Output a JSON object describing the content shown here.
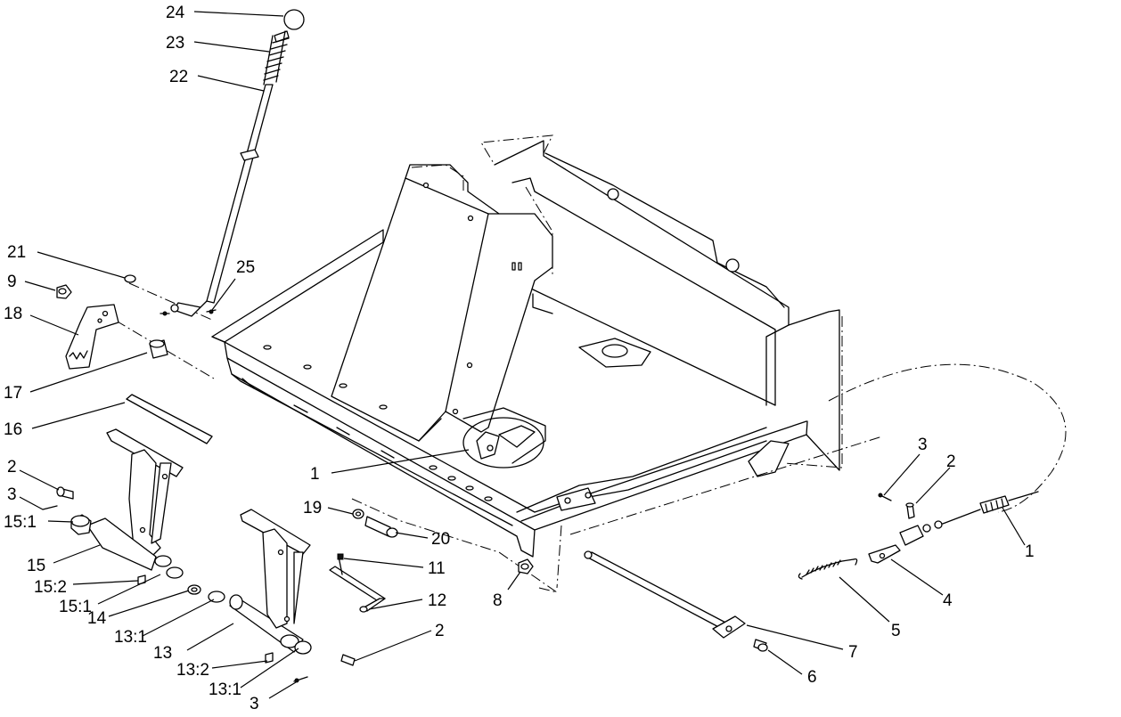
{
  "callouts": [
    {
      "id": "c24",
      "text": "24"
    },
    {
      "id": "c23",
      "text": "23"
    },
    {
      "id": "c22",
      "text": "22"
    },
    {
      "id": "c21",
      "text": "21"
    },
    {
      "id": "c9",
      "text": "9"
    },
    {
      "id": "c18",
      "text": "18"
    },
    {
      "id": "c25",
      "text": "25"
    },
    {
      "id": "c17",
      "text": "17"
    },
    {
      "id": "c16",
      "text": "16"
    },
    {
      "id": "c2a",
      "text": "2"
    },
    {
      "id": "c3a",
      "text": "3"
    },
    {
      "id": "c15_1a",
      "text": "15:1"
    },
    {
      "id": "c15",
      "text": "15"
    },
    {
      "id": "c15_2",
      "text": "15:2"
    },
    {
      "id": "c15_1b",
      "text": "15:1"
    },
    {
      "id": "c14",
      "text": "14"
    },
    {
      "id": "c13_1a",
      "text": "13:1"
    },
    {
      "id": "c13",
      "text": "13"
    },
    {
      "id": "c13_2",
      "text": "13:2"
    },
    {
      "id": "c13_1b",
      "text": "13:1"
    },
    {
      "id": "c3b",
      "text": "3"
    },
    {
      "id": "c1a",
      "text": "1"
    },
    {
      "id": "c19",
      "text": "19"
    },
    {
      "id": "c20",
      "text": "20"
    },
    {
      "id": "c11",
      "text": "11"
    },
    {
      "id": "c12",
      "text": "12"
    },
    {
      "id": "c2b",
      "text": "2"
    },
    {
      "id": "c8",
      "text": "8"
    },
    {
      "id": "c7",
      "text": "7"
    },
    {
      "id": "c6",
      "text": "6"
    },
    {
      "id": "c3c",
      "text": "3"
    },
    {
      "id": "c2c",
      "text": "2"
    },
    {
      "id": "c1b",
      "text": "1"
    },
    {
      "id": "c4",
      "text": "4"
    },
    {
      "id": "c5",
      "text": "5"
    }
  ]
}
